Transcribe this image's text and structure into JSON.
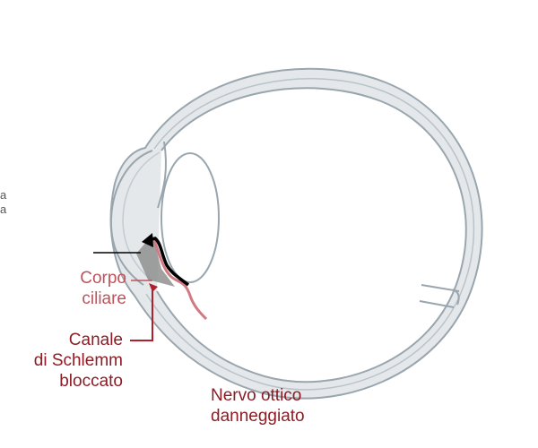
{
  "diagram": {
    "cropped_left_text": [
      "a",
      "a"
    ],
    "labels": {
      "ciliary_body": [
        "Corpo",
        "ciliare"
      ],
      "schlemm_canal": [
        "Canale",
        "di Schlemm",
        "bloccato"
      ],
      "optic_nerve": [
        "Nervo ottico",
        "danneggiato"
      ]
    },
    "colors": {
      "outline": "#9aa6ae",
      "sclera_fill": "#e4e8eb",
      "ciliary_label": "#c0525c",
      "blocked_label": "#8e1c25",
      "arrow": "#000000",
      "pointer_red": "#b0202c"
    }
  }
}
